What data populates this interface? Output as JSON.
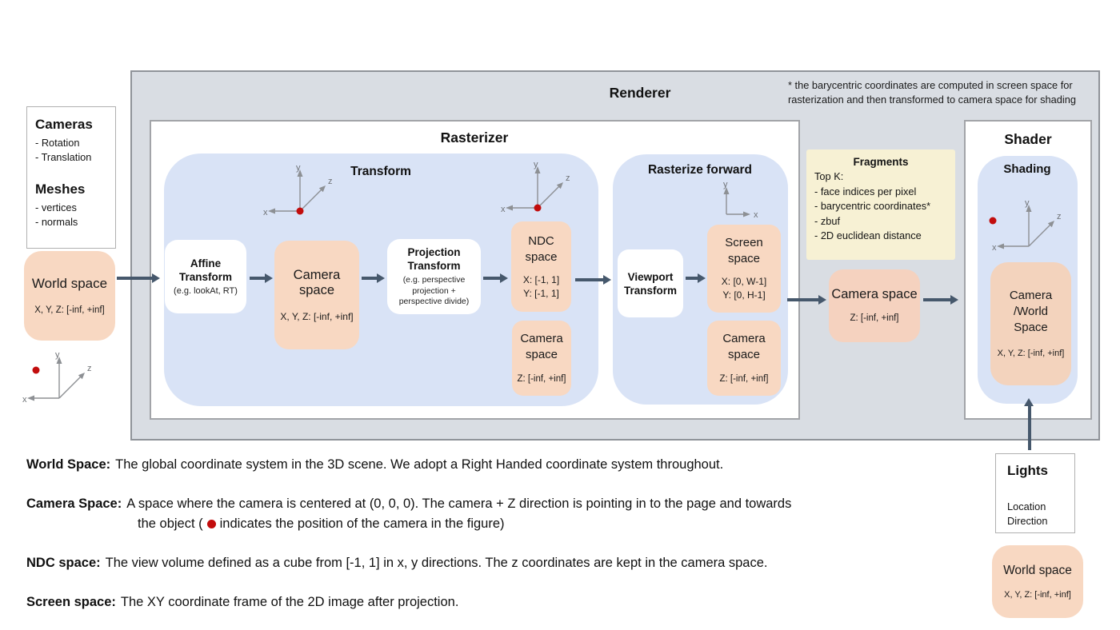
{
  "palette": {
    "peach": "#f8d8c2",
    "blue": "#d9e3f6",
    "yellow": "#f7f1d4",
    "renderer_bg": "#d9dde3",
    "arrow": "#46586c",
    "camera_dot": "#c20d0d"
  },
  "axes_labels": {
    "x": "x",
    "y": "y",
    "z": "z"
  },
  "inputs": {
    "cameras_title": "Cameras",
    "cameras_items": [
      "- Rotation",
      "- Translation"
    ],
    "meshes_title": "Meshes",
    "meshes_items": [
      "- vertices",
      "- normals"
    ]
  },
  "world_space_left": {
    "title": "World space",
    "range": "X, Y, Z: [-inf, +inf]"
  },
  "renderer": {
    "title": "Renderer",
    "note": "* the barycentric coordinates are computed in screen space for rasterization and then transformed to camera space for shading"
  },
  "rasterizer": {
    "title": "Rasterizer",
    "transform": {
      "title": "Transform",
      "affine_title": "Affine Transform",
      "affine_sub": "(e.g. lookAt, RT)",
      "camera_space": {
        "title": "Camera space",
        "range": "X, Y, Z: [-inf, +inf]"
      },
      "projection_title": "Projection Transform",
      "projection_sub": "(e.g. perspective projection + perspective divide)",
      "ndc": {
        "title": "NDC space",
        "range_x": "X: [-1, 1]",
        "range_y": "Y: [-1, 1]"
      },
      "camera_space_z": {
        "title": "Camera space",
        "range": "Z: [-inf, +inf]"
      }
    },
    "rasterize_forward": {
      "title": "Rasterize forward",
      "viewport_title": "Viewport Transform",
      "screen": {
        "title": "Screen space",
        "range_x": "X: [0, W-1]",
        "range_y": "Y: [0, H-1]"
      },
      "camera_space_z": {
        "title": "Camera space",
        "range": "Z: [-inf, +inf]"
      }
    }
  },
  "fragments": {
    "title": "Fragments",
    "intro": "Top K:",
    "items": [
      "- face indices per pixel",
      "- barycentric coordinates*",
      "- zbuf",
      "- 2D euclidean distance"
    ]
  },
  "camera_space_out": {
    "title": "Camera space",
    "range": "Z: [-inf, +inf]"
  },
  "shader": {
    "title": "Shader",
    "shading_title": "Shading",
    "camera_world": {
      "title": "Camera /World Space",
      "range": "X, Y, Z: [-inf, +inf]"
    }
  },
  "lights": {
    "title": "Lights",
    "items": [
      "Location",
      "Direction"
    ]
  },
  "world_space_lights": {
    "title": "World space",
    "range": "X, Y, Z: [-inf, +inf]"
  },
  "definitions": {
    "world": {
      "term": "World Space:",
      "text": "The global coordinate system in the 3D scene. We adopt a Right Handed coordinate system throughout."
    },
    "camera": {
      "term": "Camera Space:",
      "line1": "A space where the camera is centered at (0, 0, 0). The camera + Z direction is pointing in to the page and towards",
      "line2_pre": "the object (",
      "line2_post": "indicates the position of the camera in the figure)"
    },
    "ndc": {
      "term": "NDC space:",
      "text": "The view volume defined as a cube from [-1, 1] in x, y directions. The z coordinates are kept in the camera space."
    },
    "screen": {
      "term": "Screen space:",
      "text": "The XY coordinate frame of the 2D image after projection."
    }
  }
}
